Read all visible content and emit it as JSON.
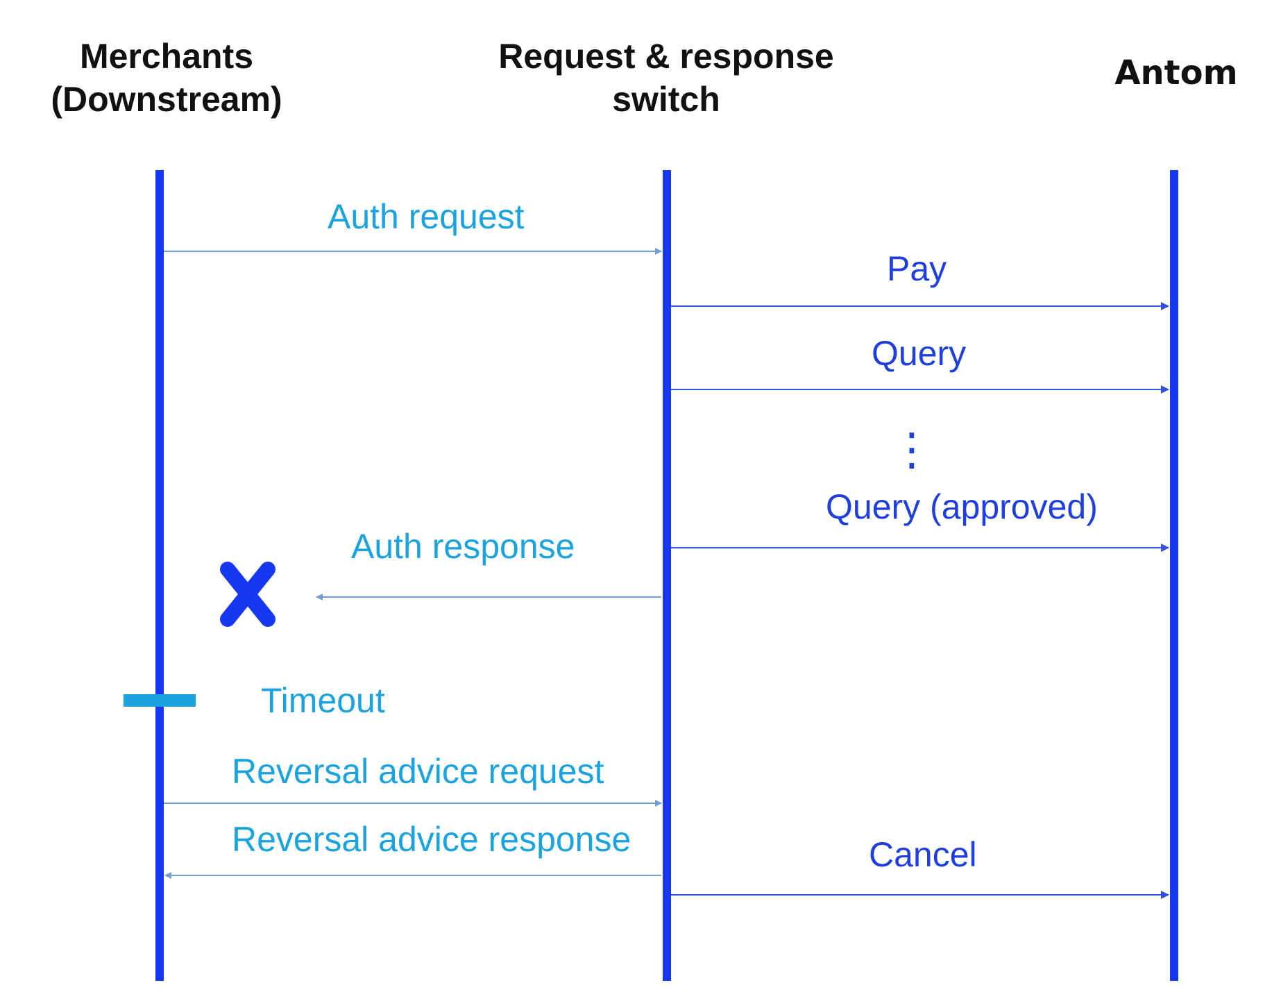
{
  "participants": {
    "merchants_line1": "Merchants",
    "merchants_line2": "(Downstream)",
    "switch_line1": "Request & response",
    "switch_line2": "switch",
    "antom": "Antom"
  },
  "messages": {
    "auth_request": "Auth request",
    "pay": "Pay",
    "query": "Query",
    "ellipsis": "⋮",
    "query_approved": "Query (approved)",
    "auth_response": "Auth response",
    "timeout": "Timeout",
    "reversal_advice_request": "Reversal advice request",
    "reversal_advice_response": "Reversal advice response",
    "cancel": "Cancel"
  },
  "colors": {
    "lifeline": "#1638f0",
    "light_message": "#1aa3df",
    "dark_message": "#1e3ee0",
    "light_arrow": "#6f9fd6",
    "dark_arrow": "#3550e6",
    "failure_icon": "#1638f0"
  },
  "icons": {
    "failure": "x-cross-icon",
    "timeout": "timeout-bar"
  }
}
